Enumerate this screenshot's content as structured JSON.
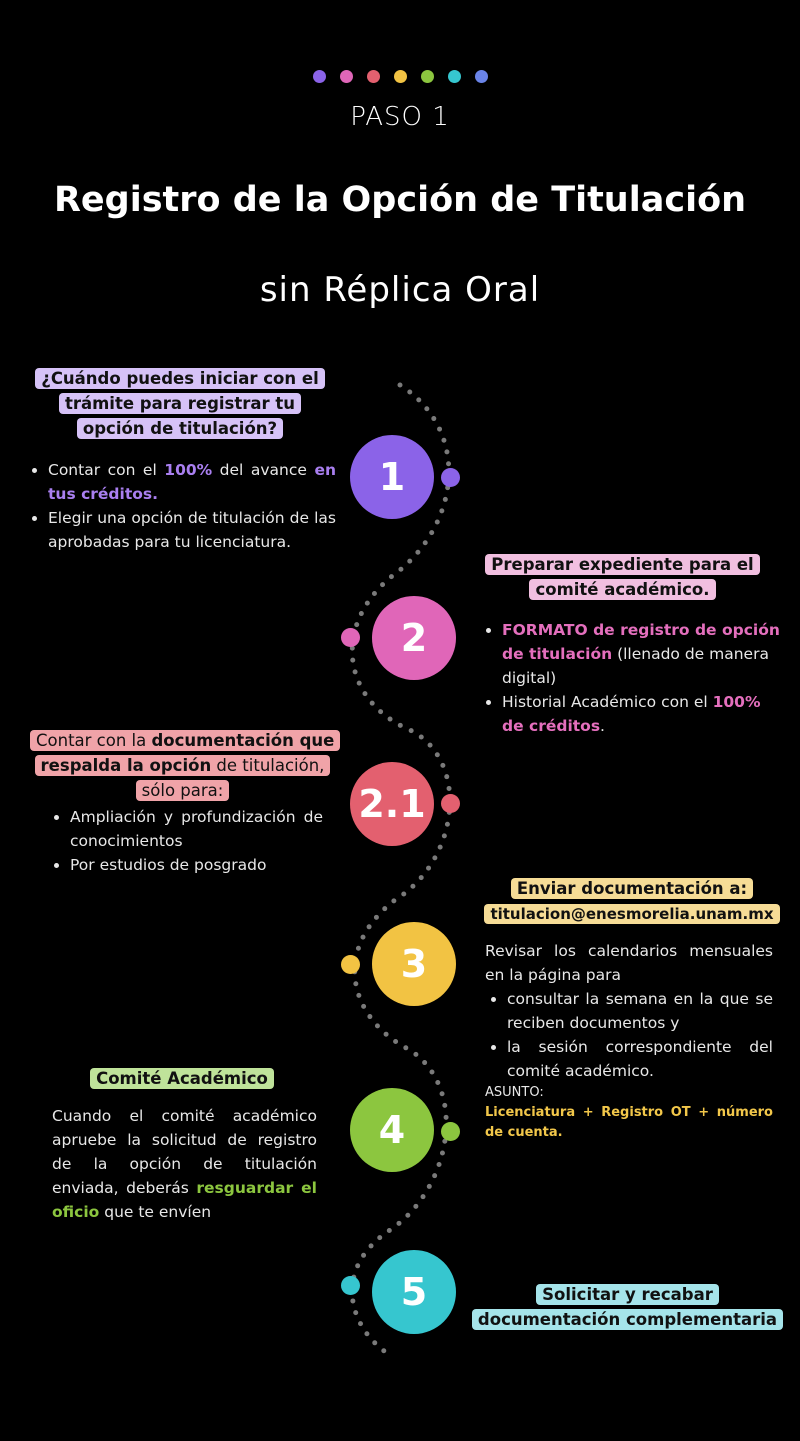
{
  "header": {
    "step": "PASO 1",
    "title": "Registro de la Opción de Titulación",
    "subtitle": "sin Réplica Oral",
    "dot_colors": [
      "#8b63e8",
      "#e066b8",
      "#e3606f",
      "#f2c343",
      "#8cc63f",
      "#36c6cf",
      "#6a84e8"
    ]
  },
  "colors": {
    "purple": "#8b63e8",
    "pink": "#e066b8",
    "red": "#e3606f",
    "yellow": "#f2c343",
    "green": "#8cc63f",
    "cyan": "#36c6cf"
  },
  "steps": [
    {
      "number": "1"
    },
    {
      "number": "2"
    },
    {
      "number": "2.1"
    },
    {
      "number": "3"
    },
    {
      "number": "4"
    },
    {
      "number": "5"
    }
  ],
  "s1": {
    "heading": "¿Cuándo puedes iniciar con el trámite para registrar tu opción de titulación?",
    "b1_pre": "Contar con el ",
    "b1_em1": "100%",
    "b1_mid": " del avance ",
    "b1_em2": "en tus créditos.",
    "b2": "Elegir una opción de titulación de las aprobadas para tu licenciatura."
  },
  "s2": {
    "heading": "Preparar expediente para el comité académico.",
    "b1_em": "FORMATO de registro de opción de titulación",
    "b1_post": " (llenado de manera digital)",
    "b2_pre": "Historial Académico con el ",
    "b2_em": "100% de créditos",
    "b2_post": "."
  },
  "s21": {
    "h_pre": "Contar con la ",
    "h_em": "documentación que respalda la opción",
    "h_post": " de titulación, sólo para:",
    "b1": "Ampliación y profundización de conocimientos",
    "b2": "Por estudios de posgrado"
  },
  "s3": {
    "heading": "Enviar documentación a:",
    "email": "titulacion@enesmorelia.unam.mx",
    "intro": "Revisar los calendarios mensuales en la página para",
    "b1": "consultar la semana en la que se reciben documentos y",
    "b2": "la sesión correspondiente del comité académico.",
    "subject_label": "ASUNTO:",
    "subject": "Licenciatura + Registro OT + número de cuenta."
  },
  "s4": {
    "heading": "Comité Académico",
    "t_pre": "Cuando el comité académico apruebe la solicitud de registro de la opción de titulación enviada, deberás ",
    "t_em": "resguardar el oficio",
    "t_post": " que te envíen"
  },
  "s5": {
    "heading": "Solicitar y recabar documentación complementaria"
  }
}
